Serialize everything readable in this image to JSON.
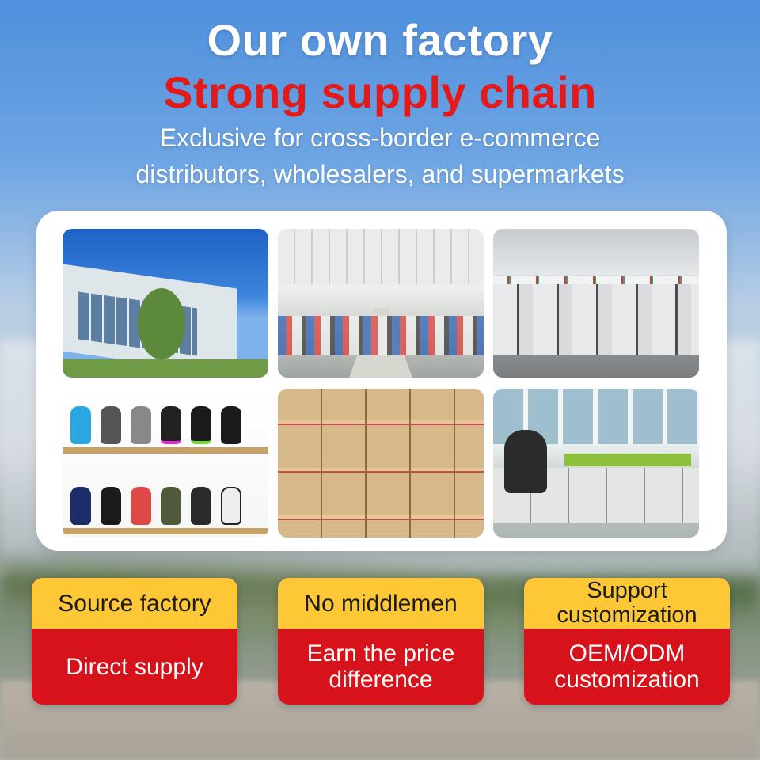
{
  "header": {
    "title_line1": "Our own factory",
    "title_line2": "Strong supply chain",
    "subtitle_line1": "Exclusive for cross-border e-commerce",
    "subtitle_line2": "distributors, wholesalers, and supermarkets"
  },
  "colors": {
    "title_white": "#ffffff",
    "title_red": "#e41a1a",
    "card_yellow": "#fdc735",
    "card_red": "#d8121a"
  },
  "cards": [
    {
      "top": "Source factory",
      "bottom": "Direct supply"
    },
    {
      "top": "No middlemen",
      "bottom": "Earn the price difference"
    },
    {
      "top": "Support customization",
      "bottom": "OEM/ODM customization"
    }
  ]
}
